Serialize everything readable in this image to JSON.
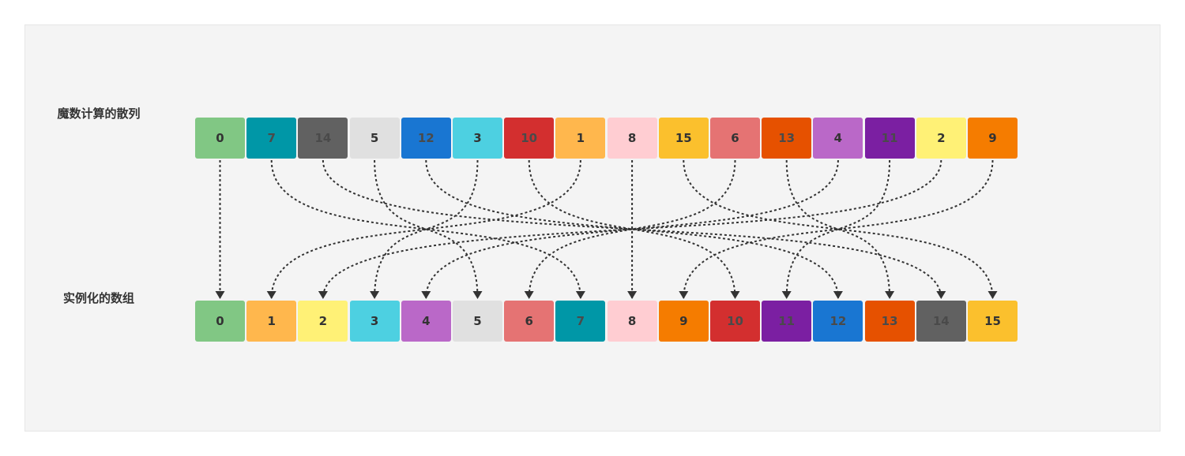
{
  "labels": {
    "top": "魔数计算的散列",
    "bottom": "实例化的数组"
  },
  "colors": {
    "0": "#81c784",
    "1": "#ffb74d",
    "2": "#fff176",
    "3": "#4dd0e1",
    "4": "#ba68c8",
    "5": "#e0e0e0",
    "6": "#e57373",
    "7": "#0097a7",
    "8": "#ffcdd2",
    "9": "#f57c00",
    "10": "#d32f2f",
    "11": "#7b1fa2",
    "12": "#1976d2",
    "13": "#e65100",
    "14": "#616161",
    "15": "#fbc02d"
  },
  "hash_order": [
    "0",
    "7",
    "14",
    "5",
    "12",
    "3",
    "10",
    "1",
    "8",
    "15",
    "6",
    "13",
    "4",
    "11",
    "2",
    "9"
  ],
  "array_order": [
    "0",
    "1",
    "2",
    "3",
    "4",
    "5",
    "6",
    "7",
    "8",
    "9",
    "10",
    "11",
    "12",
    "13",
    "14",
    "15"
  ]
}
